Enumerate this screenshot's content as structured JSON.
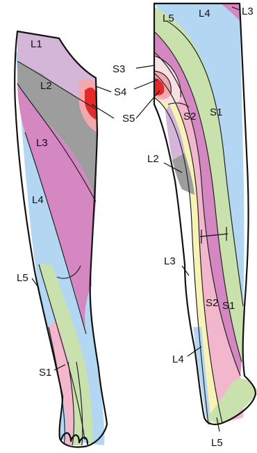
{
  "labels": {
    "L1": "L1",
    "L2": "L2",
    "L3": "L3",
    "L4": "L4",
    "L5": "L5",
    "S1": "S1",
    "S2": "S2",
    "S3": "S3",
    "S4": "S4",
    "S5": "S5"
  },
  "colors": {
    "L1": "#d4b6d9",
    "L2": "#9d9d9d",
    "L3": "#d487c1",
    "L4": "#b3d6f2",
    "L5": "#c9e1ac",
    "S1": "#f2b7cc",
    "S2": "#f7f2b5",
    "S3": "#f6e0e4",
    "S4": "#f2a8ae",
    "S5": "#e32a2a"
  }
}
